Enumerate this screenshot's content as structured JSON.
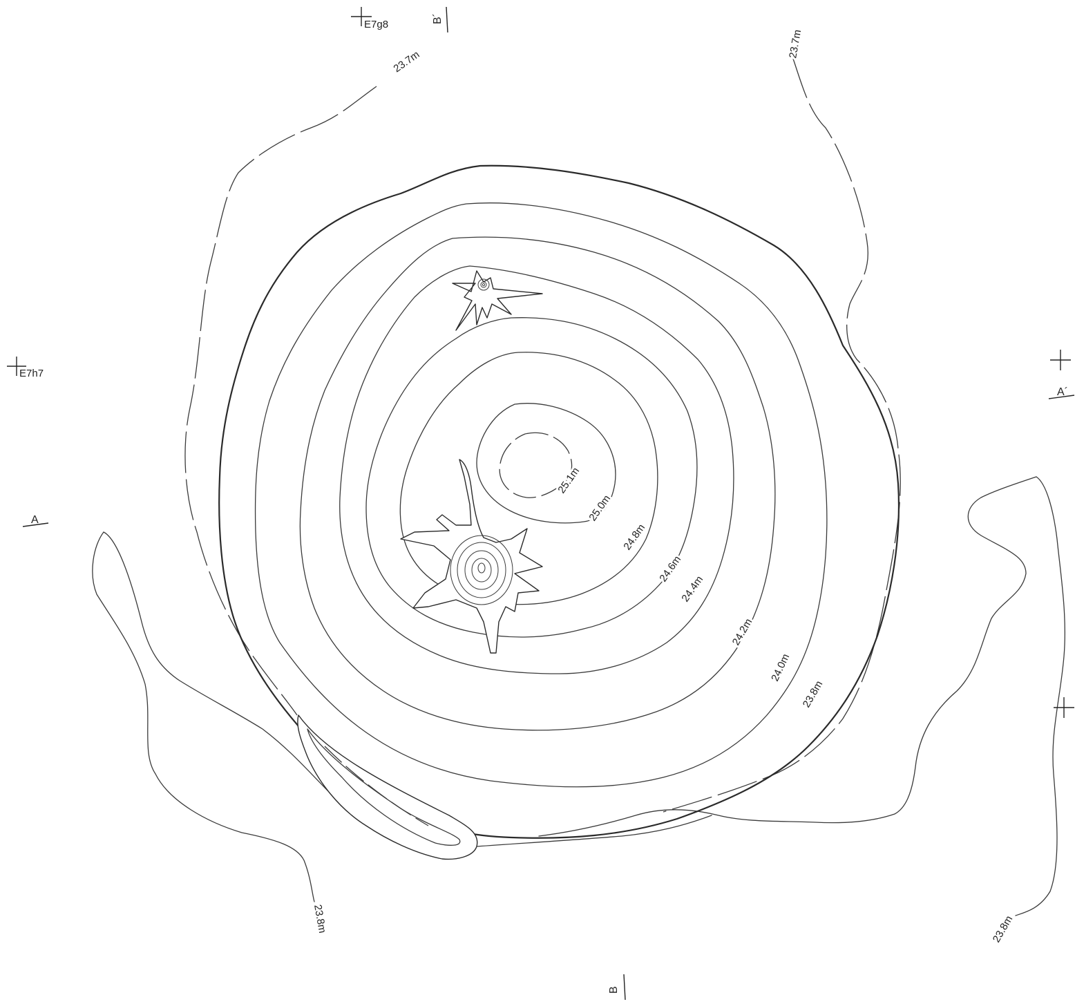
{
  "contour_labels": {
    "c237_a": "23.7m",
    "c237_b": "23.7m",
    "c238_a": "23.8m",
    "c238_b": "23.8m",
    "c238_c": "23.8m",
    "c240": "24.0m",
    "c242": "24.2m",
    "c244": "24.4m",
    "c246": "24.6m",
    "c248": "24.8m",
    "c250": "25.0m",
    "c251": "25.1m"
  },
  "grid_points": {
    "e7g8": "E7g8",
    "e7h7": "E7h7"
  },
  "sections": {
    "a": "A",
    "a_prime": "A´",
    "b": "B",
    "b_prime": "B´"
  }
}
